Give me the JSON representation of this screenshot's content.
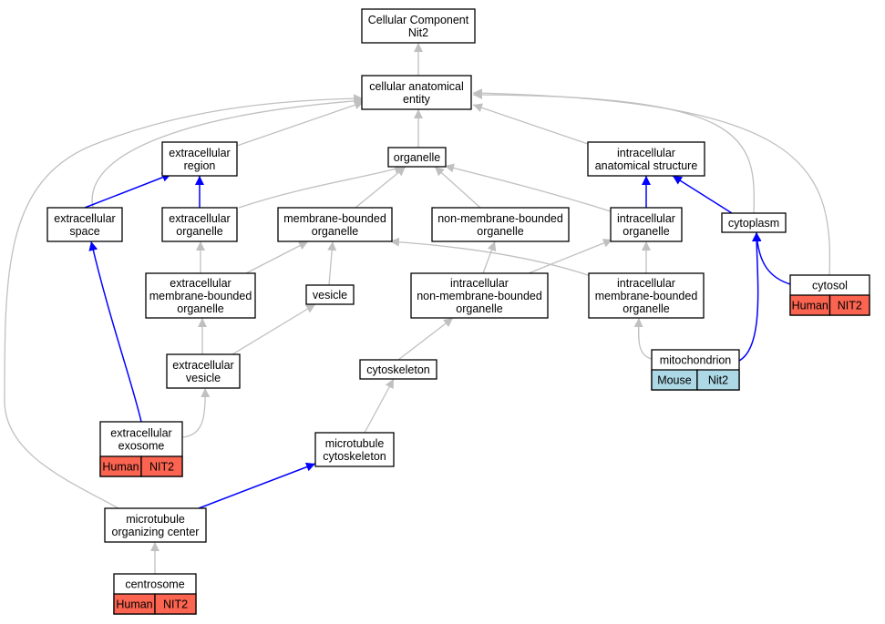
{
  "colors": {
    "human": "#fa6450",
    "mouse": "#add8e6",
    "is_a_edge": "#c0c0c0",
    "part_of_edge": "#0000ff"
  },
  "nodes": {
    "root": {
      "lines": [
        "Cellular Component",
        "Nit2"
      ]
    },
    "cae": {
      "lines": [
        "cellular anatomical",
        "entity"
      ]
    },
    "ecr": {
      "lines": [
        "extracellular",
        "region"
      ]
    },
    "org": {
      "lines": [
        "organelle"
      ]
    },
    "ias": {
      "lines": [
        "intracellular",
        "anatomical structure"
      ]
    },
    "ecs": {
      "lines": [
        "extracellular",
        "space"
      ]
    },
    "eco": {
      "lines": [
        "extracellular",
        "organelle"
      ]
    },
    "mbo": {
      "lines": [
        "membrane-bounded",
        "organelle"
      ]
    },
    "nmbo": {
      "lines": [
        "non-membrane-bounded",
        "organelle"
      ]
    },
    "ico": {
      "lines": [
        "intracellular",
        "organelle"
      ]
    },
    "cyt": {
      "lines": [
        "cytoplasm"
      ]
    },
    "ecmbo": {
      "lines": [
        "extracellular",
        "membrane-bounded",
        "organelle"
      ]
    },
    "ves": {
      "lines": [
        "vesicle"
      ]
    },
    "inmbo": {
      "lines": [
        "intracellular",
        "non-membrane-bounded",
        "organelle"
      ]
    },
    "imbo": {
      "lines": [
        "intracellular",
        "membrane-bounded",
        "organelle"
      ]
    },
    "cytosol": {
      "lines": [
        "cytosol"
      ],
      "tags": [
        "Human",
        "NIT2"
      ],
      "species": "human"
    },
    "ecv": {
      "lines": [
        "extracellular",
        "vesicle"
      ]
    },
    "cysk": {
      "lines": [
        "cytoskeleton"
      ]
    },
    "mito": {
      "lines": [
        "mitochondrion"
      ],
      "tags": [
        "Mouse",
        "Nit2"
      ],
      "species": "mouse"
    },
    "exo": {
      "lines": [
        "extracellular",
        "exosome"
      ],
      "tags": [
        "Human",
        "NIT2"
      ],
      "species": "human"
    },
    "mtcs": {
      "lines": [
        "microtubule",
        "cytoskeleton"
      ]
    },
    "mtoc": {
      "lines": [
        "microtubule",
        "organizing center"
      ]
    },
    "cent": {
      "lines": [
        "centrosome"
      ],
      "tags": [
        "Human",
        "NIT2"
      ],
      "species": "human"
    }
  }
}
